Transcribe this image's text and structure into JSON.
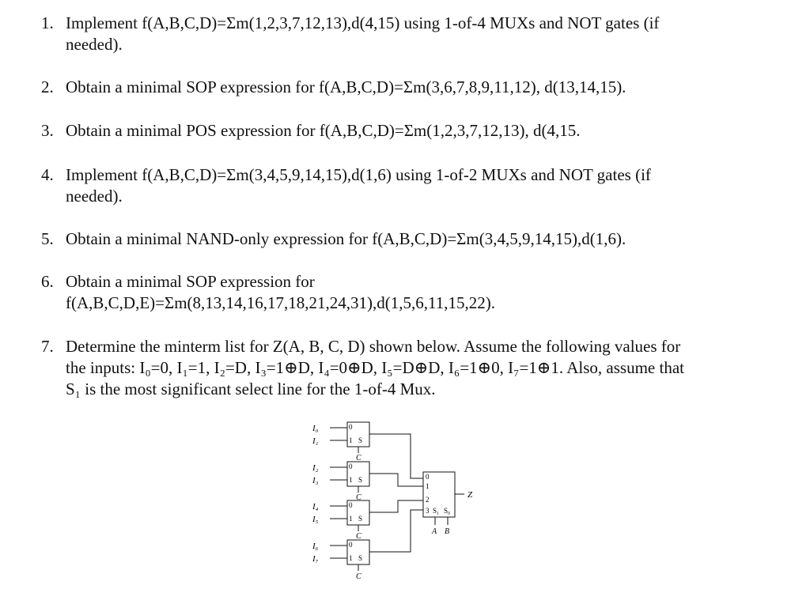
{
  "questions": [
    {
      "num": "1.",
      "line1": "Implement f(A,B,C,D)=Σm(1,2,3,7,12,13),d(4,15) using 1-of-4 MUXs and NOT gates (if",
      "line2": "needed)."
    },
    {
      "num": "2.",
      "line1": "Obtain a minimal SOP expression for f(A,B,C,D)=Σm(3,6,7,8,9,11,12), d(13,14,15)."
    },
    {
      "num": "3.",
      "line1": "Obtain a minimal POS expression for f(A,B,C,D)=Σm(1,2,3,7,12,13), d(4,15."
    },
    {
      "num": "4.",
      "line1": "Implement f(A,B,C,D)=Σm(3,4,5,9,14,15),d(1,6)  using 1-of-2 MUXs and NOT gates (if",
      "line2": "needed)."
    },
    {
      "num": "5.",
      "line1": "Obtain a minimal NAND-only expression for f(A,B,C,D)=Σm(3,4,5,9,14,15),d(1,6)."
    },
    {
      "num": "6.",
      "line1": "Obtain a minimal SOP expression for",
      "line2": "f(A,B,C,D,E)=Σm(8,13,14,16,17,18,21,24,31),d(1,5,6,11,15,22)."
    },
    {
      "num": "7.",
      "line1": "Determine the minterm list for Z(A, B, C, D) shown below.  Assume the following values for",
      "line2": "the inputs:  I₀=0, I₁=1, I₂=D, I₃=1⊕D, I₄=0⊕D, I₅=D⊕D, I₆=1⊕0, I₇=1⊕1.  Also, assume that",
      "line3": "S₁ is the most significant select line for the 1-of-4 Mux."
    }
  ],
  "circuit": {
    "inputs": [
      "I₀",
      "I₁",
      "I₂",
      "I₃",
      "I₄",
      "I₅",
      "I₆",
      "I₇"
    ],
    "mux2_pins": {
      "in0": "0",
      "in1": "1",
      "sel": "S",
      "ctrl": "C"
    },
    "mux4_pins": {
      "in0": "0",
      "in1": "1",
      "in2": "2",
      "in3": "3",
      "s1": "S₁",
      "s0": "S₀"
    },
    "select_inputs": [
      "A",
      "B"
    ],
    "output": "Z"
  }
}
